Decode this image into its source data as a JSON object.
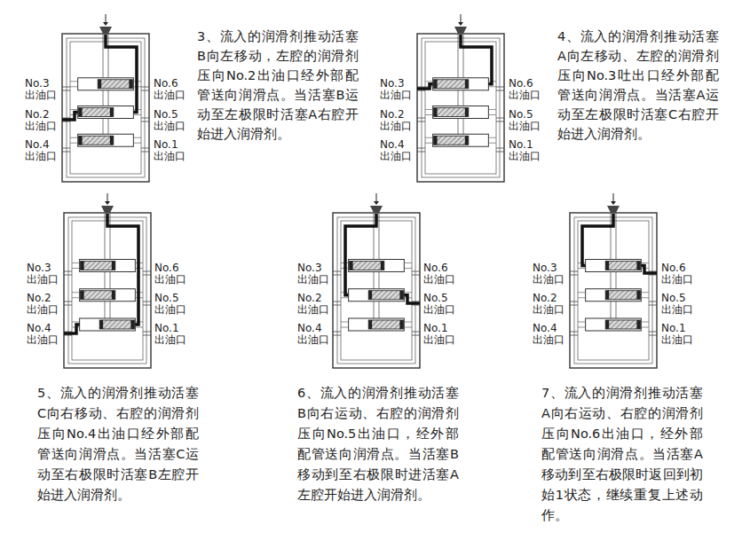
{
  "diagram": {
    "labels": [
      "No.3 出油口",
      "No.2 出油口",
      "No.4 出油口",
      "No.6 出油口",
      "No.5 出油口",
      "No.1 出油口",
      "3、流入的润滑剂推动活塞B向左移动，左腔的润滑剂压向No.2出油口经外部配管送向润滑点。当活塞B运动至左极限时活塞A右腔开始进入润滑剂。",
      "No.3 出油口",
      "No.2 出油口",
      "No.4 出油口",
      "No.6 出油口",
      "No.5 出油口",
      "No.1 出油口",
      "4、流入的润滑剂推动活塞A向左移动、左腔的润滑剂压向No.3吐出口经外部配管送向润滑点。当活塞A运动至左极限时活塞C右腔开始进入润滑剂。",
      "No.3 出油口",
      "No.2 出油口",
      "No.4 出油口",
      "No.6 出油口",
      "No.5 出油口",
      "No.1 出油口",
      "5、流入的润滑剂推动活塞C向右移动、右腔的润滑剂压向No.4出油口经外部配管送向润滑点。当活塞C运动至右极限时活塞B左腔开始进入润滑剂。",
      "No.3 出油口",
      "No.2 出油口",
      "No.4 出油口",
      "No.6 出油口",
      "No.5 出油口",
      "No.1 出油口",
      "6、流入的润滑剂推动活塞B向右运动、右腔的润滑剂压向No.5出油口，经外部配管送向润滑点。当活塞B移动到至右极限时进活塞A左腔开始进入润滑剂。",
      "No.3 出油口",
      "No.2 出油口",
      "No.4 出油口",
      "No.6 出油口",
      "No.5 出油口",
      "No.1 出油口",
      "7、流入的润滑剂推动活塞A向右运动、右腔的润滑剂压向No.6出油口，经外部配管送向润滑点。当活塞A移动到至右极限时返回到初始1状态，继续重复上述动作。"
    ]
  }
}
